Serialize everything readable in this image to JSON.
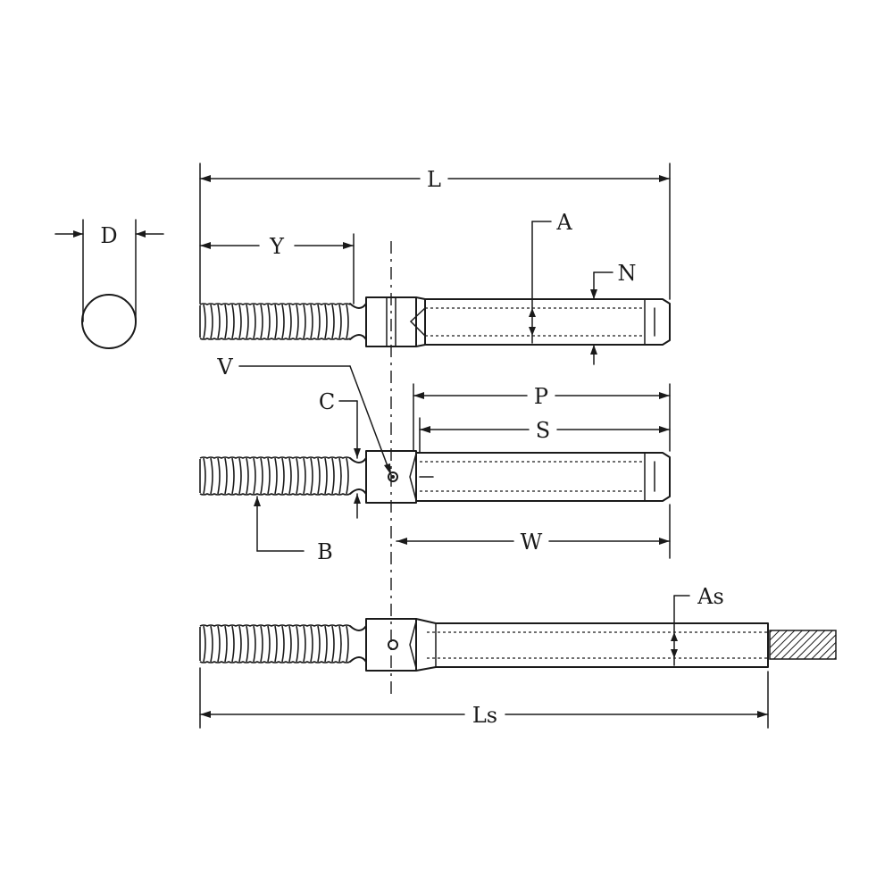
{
  "labels": {
    "L": "L",
    "D": "D",
    "Y": "Y",
    "A": "A",
    "N": "N",
    "V": "V",
    "C": "C",
    "P": "P",
    "S": "S",
    "B": "B",
    "W": "W",
    "As": "As",
    "Ls": "Ls"
  }
}
